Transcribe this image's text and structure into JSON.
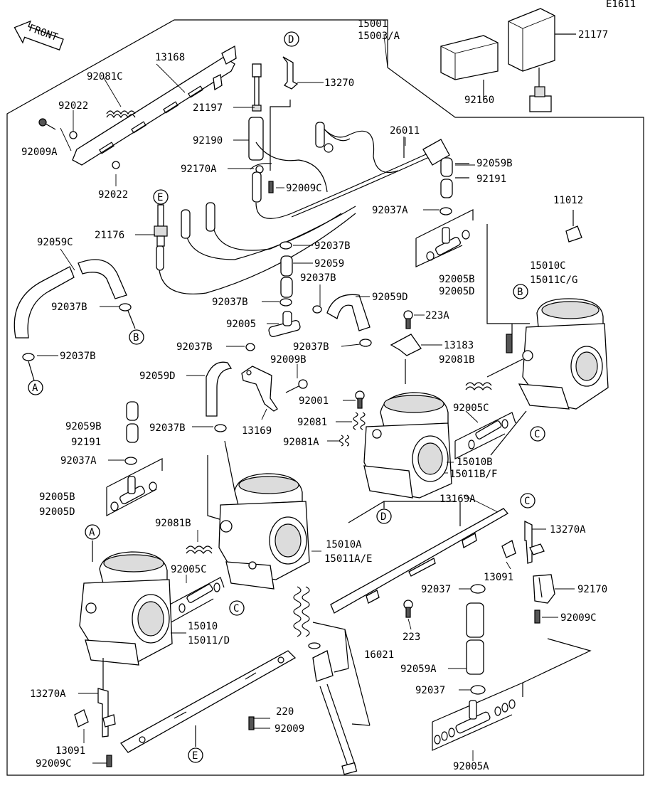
{
  "diagram_id": "E1611",
  "front_label": "FRONT",
  "callouts": {
    "A": "A",
    "B": "B",
    "C": "C",
    "D": "D",
    "E": "E"
  },
  "labels": {
    "p15001": "15001",
    "p15003A": "15003/A",
    "p21177": "21177",
    "p92160": "92160",
    "p13168": "13168",
    "p92081C": "92081C",
    "p92022a": "92022",
    "p92009A": "92009A",
    "p92022b": "92022",
    "p13270": "13270",
    "p21197": "21197",
    "p92190": "92190",
    "p92170A": "92170A",
    "p92009C_top": "92009C",
    "p26011": "26011",
    "p92059B_r": "92059B",
    "p92191_r": "92191",
    "p11012": "11012",
    "p21176": "21176",
    "p92059C": "92059C",
    "p92037A_r": "92037A",
    "p92037B_1": "92037B",
    "p92059": "92059",
    "p92037B_2": "92037B",
    "p92005B_r": "92005B",
    "p92005D_r": "92005D",
    "p15010C": "15010C",
    "p15011CG": "15011C/G",
    "p92037B_left": "92037B",
    "p92037B_3": "92037B",
    "p92059D_r": "92059D",
    "p92005": "92005",
    "p223A": "223A",
    "p92037B_4": "92037B",
    "p92037B_5": "92037B",
    "p13183": "13183",
    "p92037B_left2": "92037B",
    "p92009B": "92009B",
    "p92081B_r": "92081B",
    "p92059D_l": "92059D",
    "p92001": "92001",
    "p92005C_r": "92005C",
    "p92081": "92081",
    "p92059B_l": "92059B",
    "p92191_l": "92191",
    "p92037B_6": "92037B",
    "p13169": "13169",
    "p92081A": "92081A",
    "p15010B": "15010B",
    "p15011BF": "15011B/F",
    "p92037A_l": "92037A",
    "p13169A": "13169A",
    "p92005B_l": "92005B",
    "p92005D_l": "92005D",
    "p13270A_r": "13270A",
    "p92081B_l": "92081B",
    "p15010A": "15010A",
    "p15011AE": "15011A/E",
    "p13091_r": "13091",
    "p92005C_l": "92005C",
    "p92037_1": "92037",
    "p92170": "92170",
    "p15010": "15010",
    "p15011D": "15011/D",
    "p223": "223",
    "p92009C_r": "92009C",
    "p16021": "16021",
    "p92059A": "92059A",
    "p13270A_l": "13270A",
    "p92037_2": "92037",
    "p220": "220",
    "p92009": "92009",
    "p13091_l": "13091",
    "p92009C_l": "92009C",
    "p92005A": "92005A"
  }
}
